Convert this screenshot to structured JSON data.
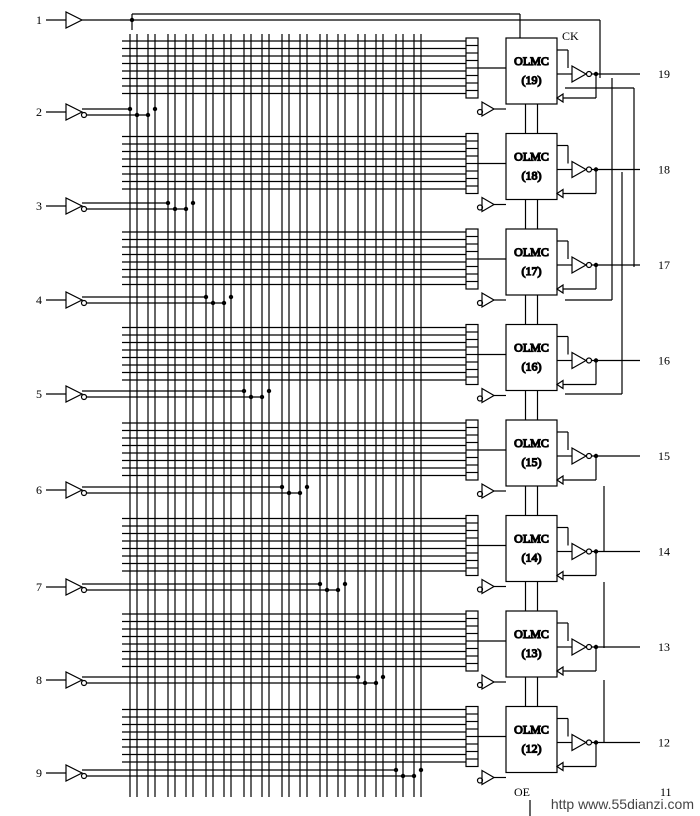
{
  "input_pins": [
    "1",
    "2",
    "3",
    "4",
    "5",
    "6",
    "7",
    "8",
    "9"
  ],
  "olmc_cells": [
    {
      "title": "OLMC",
      "number": "(19)",
      "pin": "19"
    },
    {
      "title": "OLMC",
      "number": "(18)",
      "pin": "18"
    },
    {
      "title": "OLMC",
      "number": "(17)",
      "pin": "17"
    },
    {
      "title": "OLMC",
      "number": "(16)",
      "pin": "16"
    },
    {
      "title": "OLMC",
      "number": "(15)",
      "pin": "15"
    },
    {
      "title": "OLMC",
      "number": "(14)",
      "pin": "14"
    },
    {
      "title": "OLMC",
      "number": "(13)",
      "pin": "13"
    },
    {
      "title": "OLMC",
      "number": "(12)",
      "pin": "12"
    }
  ],
  "clock_label": "CK",
  "oe_label": "OE",
  "partial_pin": "11",
  "watermark": "www.55dianzi.com",
  "watermark_prefix": "http"
}
